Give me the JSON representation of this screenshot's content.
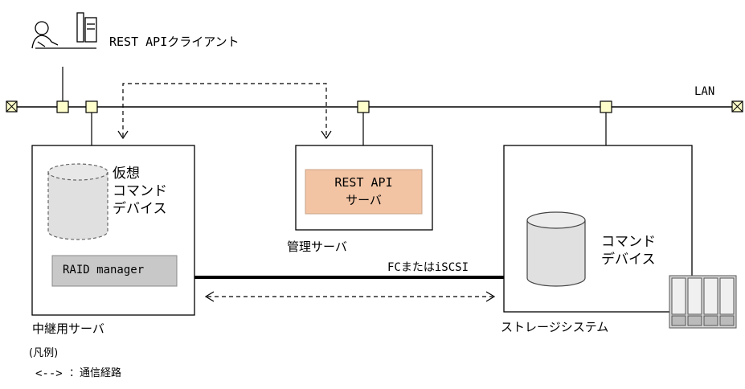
{
  "labels": {
    "client": "REST APIクライアント",
    "lan": "LAN",
    "virtual_cmd": "仮想\nコマンド\nデバイス",
    "raid_manager": "RAID manager",
    "relay_server": "中継用サーバ",
    "rest_api_server": "REST API\nサーバ",
    "mgmt_server": "管理サーバ",
    "fc_iscsi": "FCまたはiSCSI",
    "cmd_device": "コマンド\nデバイス",
    "storage": "ストレージシステム",
    "legend_title": "(凡例)",
    "legend_arrow": "<-->",
    "legend_text": "：通信経路"
  },
  "colors": {
    "rest_api_fill": "#f2c4a4",
    "rest_api_border": "#c9a58a",
    "raid_fill": "#c8c8c8",
    "node_fill": "#ffffcc"
  }
}
